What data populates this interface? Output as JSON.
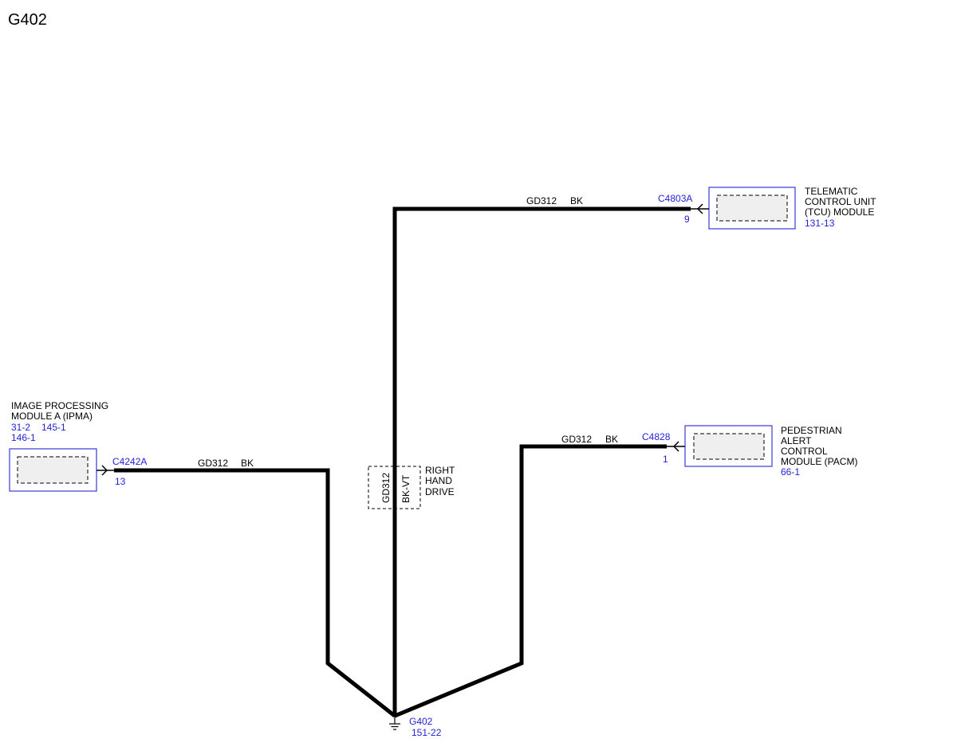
{
  "page_title": "G402",
  "colors": {
    "wire": "#000000",
    "reference": "#1f1fd8",
    "module_border": "#3a3ad8",
    "module_fill": "#efefef"
  },
  "ipma": {
    "name_line1": "IMAGE PROCESSING",
    "name_line2": "MODULE A (IPMA)",
    "ref1": "31-2",
    "ref2": "145-1",
    "ref3": "146-1",
    "connector": "C4242A",
    "pin": "13",
    "wire_circuit": "GD312",
    "wire_color": "BK"
  },
  "tcu": {
    "name_line1": "TELEMATIC",
    "name_line2": "CONTROL UNIT",
    "name_line3": "(TCU) MODULE",
    "ref": "131-13",
    "connector": "C4803A",
    "pin": "9",
    "wire_circuit": "GD312",
    "wire_color": "BK"
  },
  "pacm": {
    "name_line1": "PEDESTRIAN",
    "name_line2": "ALERT",
    "name_line3": "CONTROL",
    "name_line4": "MODULE (PACM)",
    "ref": "66-1",
    "connector": "C4828",
    "pin": "1",
    "wire_circuit": "GD312",
    "wire_color": "BK"
  },
  "rhd_option": {
    "circuit": "GD312",
    "color": "BK-VT",
    "label_line1": "RIGHT",
    "label_line2": "HAND",
    "label_line3": "DRIVE"
  },
  "ground": {
    "name": "G402",
    "ref": "151-22"
  }
}
